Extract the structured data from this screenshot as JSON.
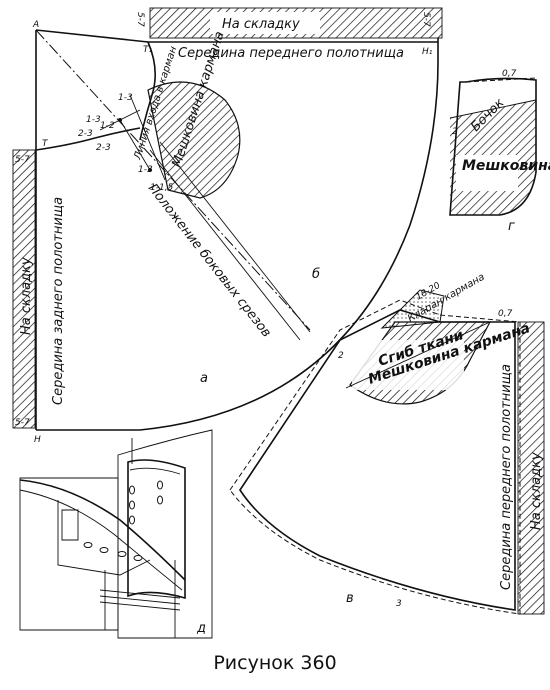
{
  "figure": {
    "caption": "Рисунок 360",
    "panel_letters": {
      "a": "а",
      "b": "б",
      "v": "в",
      "g": "г",
      "d": "д"
    },
    "points": {
      "A": "А",
      "T": "Т",
      "T1": "Т₁",
      "H": "Н",
      "H1": "Н₁"
    },
    "small_marks": {
      "p13": "1-3",
      "p23a": "2-3",
      "p12": "1-2",
      "p23b": "2-3",
      "p13b": "1-3",
      "p15": "1-1,5",
      "p13c": "1-3",
      "n57_left_top": "5-7",
      "n57_left_bot": "5-7",
      "n57_top": "5-7",
      "n57_top_r": "5-7",
      "n2": "2",
      "n07": "0,7",
      "n07b": "0,7",
      "n1820": "18-20",
      "n2b": "2",
      "n3": "3"
    },
    "labels": {
      "fold_top": "На складку",
      "front_middle_top": "Середина переднего полотнища",
      "back_middle": "Середина заднего полотнища",
      "fold_left": "На складку",
      "side_seams": "Положение боковых срезов",
      "pocket_entry": "Линия входа в карман",
      "pocket_bag": "Мешковина кармана",
      "inset_side": "Бочок",
      "inset_bag": "Мешковина кармана",
      "flap": "Клапан кармана",
      "fabric_fold": "Сгиб ткани",
      "bag_v": "Мешковина кармана",
      "front_middle_v": "Середина переднего полотнища",
      "fold_right": "На складку"
    }
  }
}
